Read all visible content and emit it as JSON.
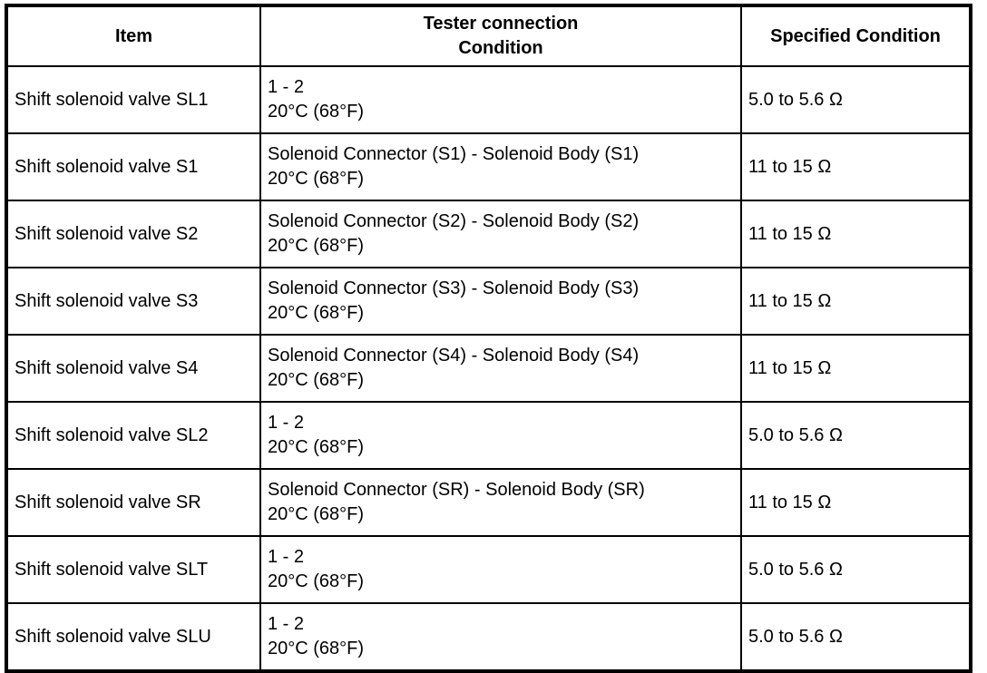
{
  "table": {
    "headers": {
      "item": "Item",
      "tester_line1": "Tester connection",
      "tester_line2": "Condition",
      "specified": "Specified Condition"
    },
    "rows": [
      {
        "item": "Shift solenoid valve SL1",
        "connection": "1 - 2",
        "condition": "20°C (68°F)",
        "specified": "5.0 to 5.6 Ω"
      },
      {
        "item": "Shift solenoid valve S1",
        "connection": "Solenoid Connector (S1) - Solenoid Body (S1)",
        "condition": "20°C (68°F)",
        "specified": "11 to 15 Ω"
      },
      {
        "item": "Shift solenoid valve S2",
        "connection": "Solenoid Connector (S2) - Solenoid Body (S2)",
        "condition": "20°C (68°F)",
        "specified": "11 to 15 Ω"
      },
      {
        "item": "Shift solenoid valve S3",
        "connection": "Solenoid Connector (S3) - Solenoid Body (S3)",
        "condition": "20°C (68°F)",
        "specified": "11 to 15 Ω"
      },
      {
        "item": "Shift solenoid valve S4",
        "connection": "Solenoid Connector (S4) - Solenoid Body (S4)",
        "condition": "20°C (68°F)",
        "specified": "11 to 15 Ω"
      },
      {
        "item": "Shift solenoid valve SL2",
        "connection": "1 - 2",
        "condition": "20°C (68°F)",
        "specified": "5.0 to 5.6 Ω"
      },
      {
        "item": "Shift solenoid valve SR",
        "connection": "Solenoid Connector (SR) - Solenoid Body (SR)",
        "condition": "20°C (68°F)",
        "specified": "11 to 15 Ω"
      },
      {
        "item": "Shift solenoid valve SLT",
        "connection": "1 - 2",
        "condition": "20°C (68°F)",
        "specified": "5.0 to 5.6 Ω"
      },
      {
        "item": "Shift solenoid valve SLU",
        "connection": "1 - 2",
        "condition": "20°C (68°F)",
        "specified": "5.0 to 5.6 Ω"
      }
    ]
  }
}
